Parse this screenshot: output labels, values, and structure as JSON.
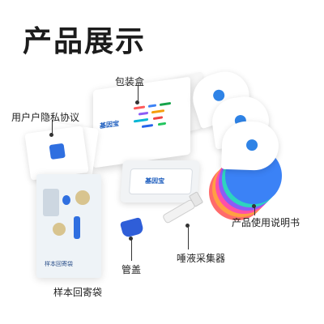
{
  "page": {
    "title": "产品展示"
  },
  "labels": {
    "box": "包装盒",
    "privacy": "用户户隐私协议",
    "manual": "产品使用说明书",
    "collector": "唾液采集器",
    "cap": "管盖",
    "bag": "样本回寄袋"
  },
  "product": {
    "brand": "基因宝",
    "bag_text": "样本回寄袋"
  },
  "colors": {
    "brand_blue": "#2f6fe0",
    "fan_colors": [
      "#ff6b6b",
      "#ff9f43",
      "#ff4fa8",
      "#8b5cf6",
      "#2dd4bf",
      "#3b82f6"
    ]
  }
}
